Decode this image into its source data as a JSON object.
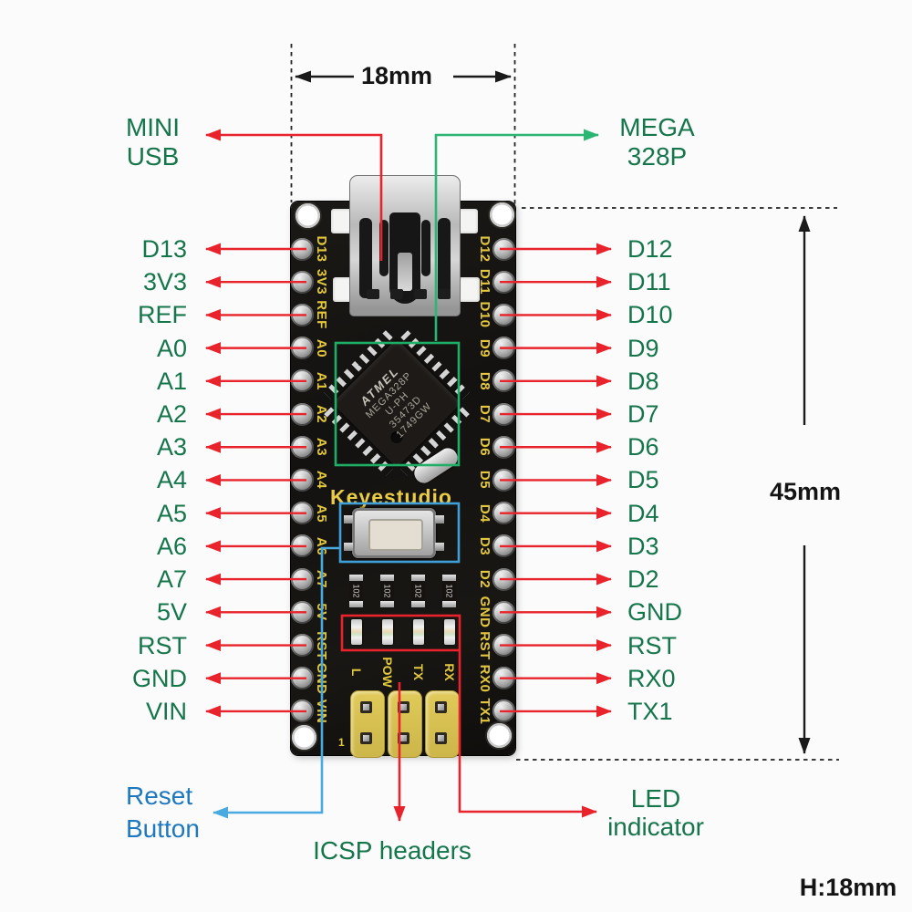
{
  "dimensions": {
    "width": "18mm",
    "height": "45mm",
    "thickness": "H:18mm"
  },
  "callouts": {
    "mini_usb": [
      "MINI",
      "USB"
    ],
    "mega328p": [
      "MEGA",
      "328P"
    ],
    "reset_button": [
      "Reset",
      "Button"
    ],
    "icsp": "ICSP headers",
    "led_indicator": [
      "LED",
      "indicator"
    ]
  },
  "pins": {
    "left": [
      "D13",
      "3V3",
      "REF",
      "A0",
      "A1",
      "A2",
      "A3",
      "A4",
      "A5",
      "A6",
      "A7",
      "5V",
      "RST",
      "GND",
      "VIN"
    ],
    "right": [
      "D12",
      "D11",
      "D10",
      "D9",
      "D8",
      "D7",
      "D6",
      "D5",
      "D4",
      "D3",
      "D2",
      "GND",
      "RST",
      "RX0",
      "TX1"
    ]
  },
  "board": {
    "brand": "Keyestudio",
    "chip": {
      "logo": "ATMEL",
      "lines": [
        "MEGA328P",
        "U-PH",
        "35473D",
        "1749GW"
      ]
    },
    "resistor_value": "102",
    "led_labels": [
      "L",
      "POW",
      "TX",
      "RX"
    ],
    "icsp_pin1_label": "1"
  },
  "colors": {
    "label_green": "#15754b",
    "arrow_red": "#e8232b",
    "arrow_green": "#2bb673",
    "reset_text_blue": "#1e78bf",
    "reset_arrow_cyan": "#49aadf",
    "dimension_black": "#1a1a1a",
    "silk_yellow": "#e3c83e"
  }
}
